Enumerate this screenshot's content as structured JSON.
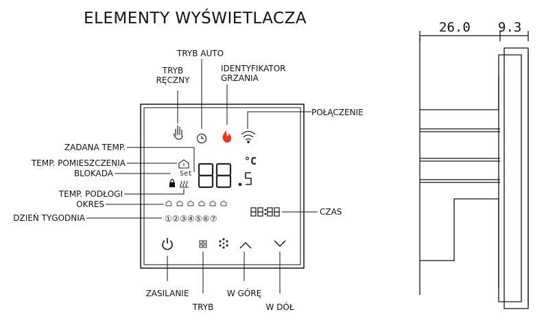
{
  "title": "ELEMENTY WYŚWIETLACZA",
  "labels": {
    "tryb_auto": "TRYB AUTO",
    "tryb_reczny_1": "TRYB",
    "tryb_reczny_2": "RĘCZNY",
    "identyfikator_1": "IDENTYFIKATOR",
    "identyfikator_2": "GRZANIA",
    "polaczenie": "POŁĄCZENIE",
    "zadana_temp": "ZADANA TEMP.",
    "temp_pomieszczenia": "TEMP. POMIESZCZENIA",
    "blokada": "BLOKADA",
    "temp_podlogi": "TEMP. PODŁOGI",
    "okres": "OKRES",
    "dzien_tygodnia": "DZIEŃ TYGODNIA",
    "czas": "CZAS",
    "zasilanie": "ZASILANIE",
    "tryb": "TRYB",
    "w_gore": "W GÓRĘ",
    "w_dol": "W DÓŁ"
  },
  "display": {
    "temp_main": "88",
    "temp_unit": "°C",
    "temp_decimal": ".5",
    "set_text": "Set",
    "clock": "88:88",
    "days": "①②③④⑤⑥⑦"
  },
  "dimensions": {
    "depth": "26.0",
    "front": "9.3"
  },
  "colors": {
    "flame": "#e63a1e",
    "line": "#111111"
  },
  "icons": [
    "hand-icon",
    "clock-icon",
    "flame-icon",
    "wifi-icon",
    "home-icon",
    "lock-icon",
    "floor-heat-icon",
    "power-icon",
    "mode-icon",
    "fan-icon",
    "up-arrow-icon",
    "down-arrow-icon"
  ]
}
